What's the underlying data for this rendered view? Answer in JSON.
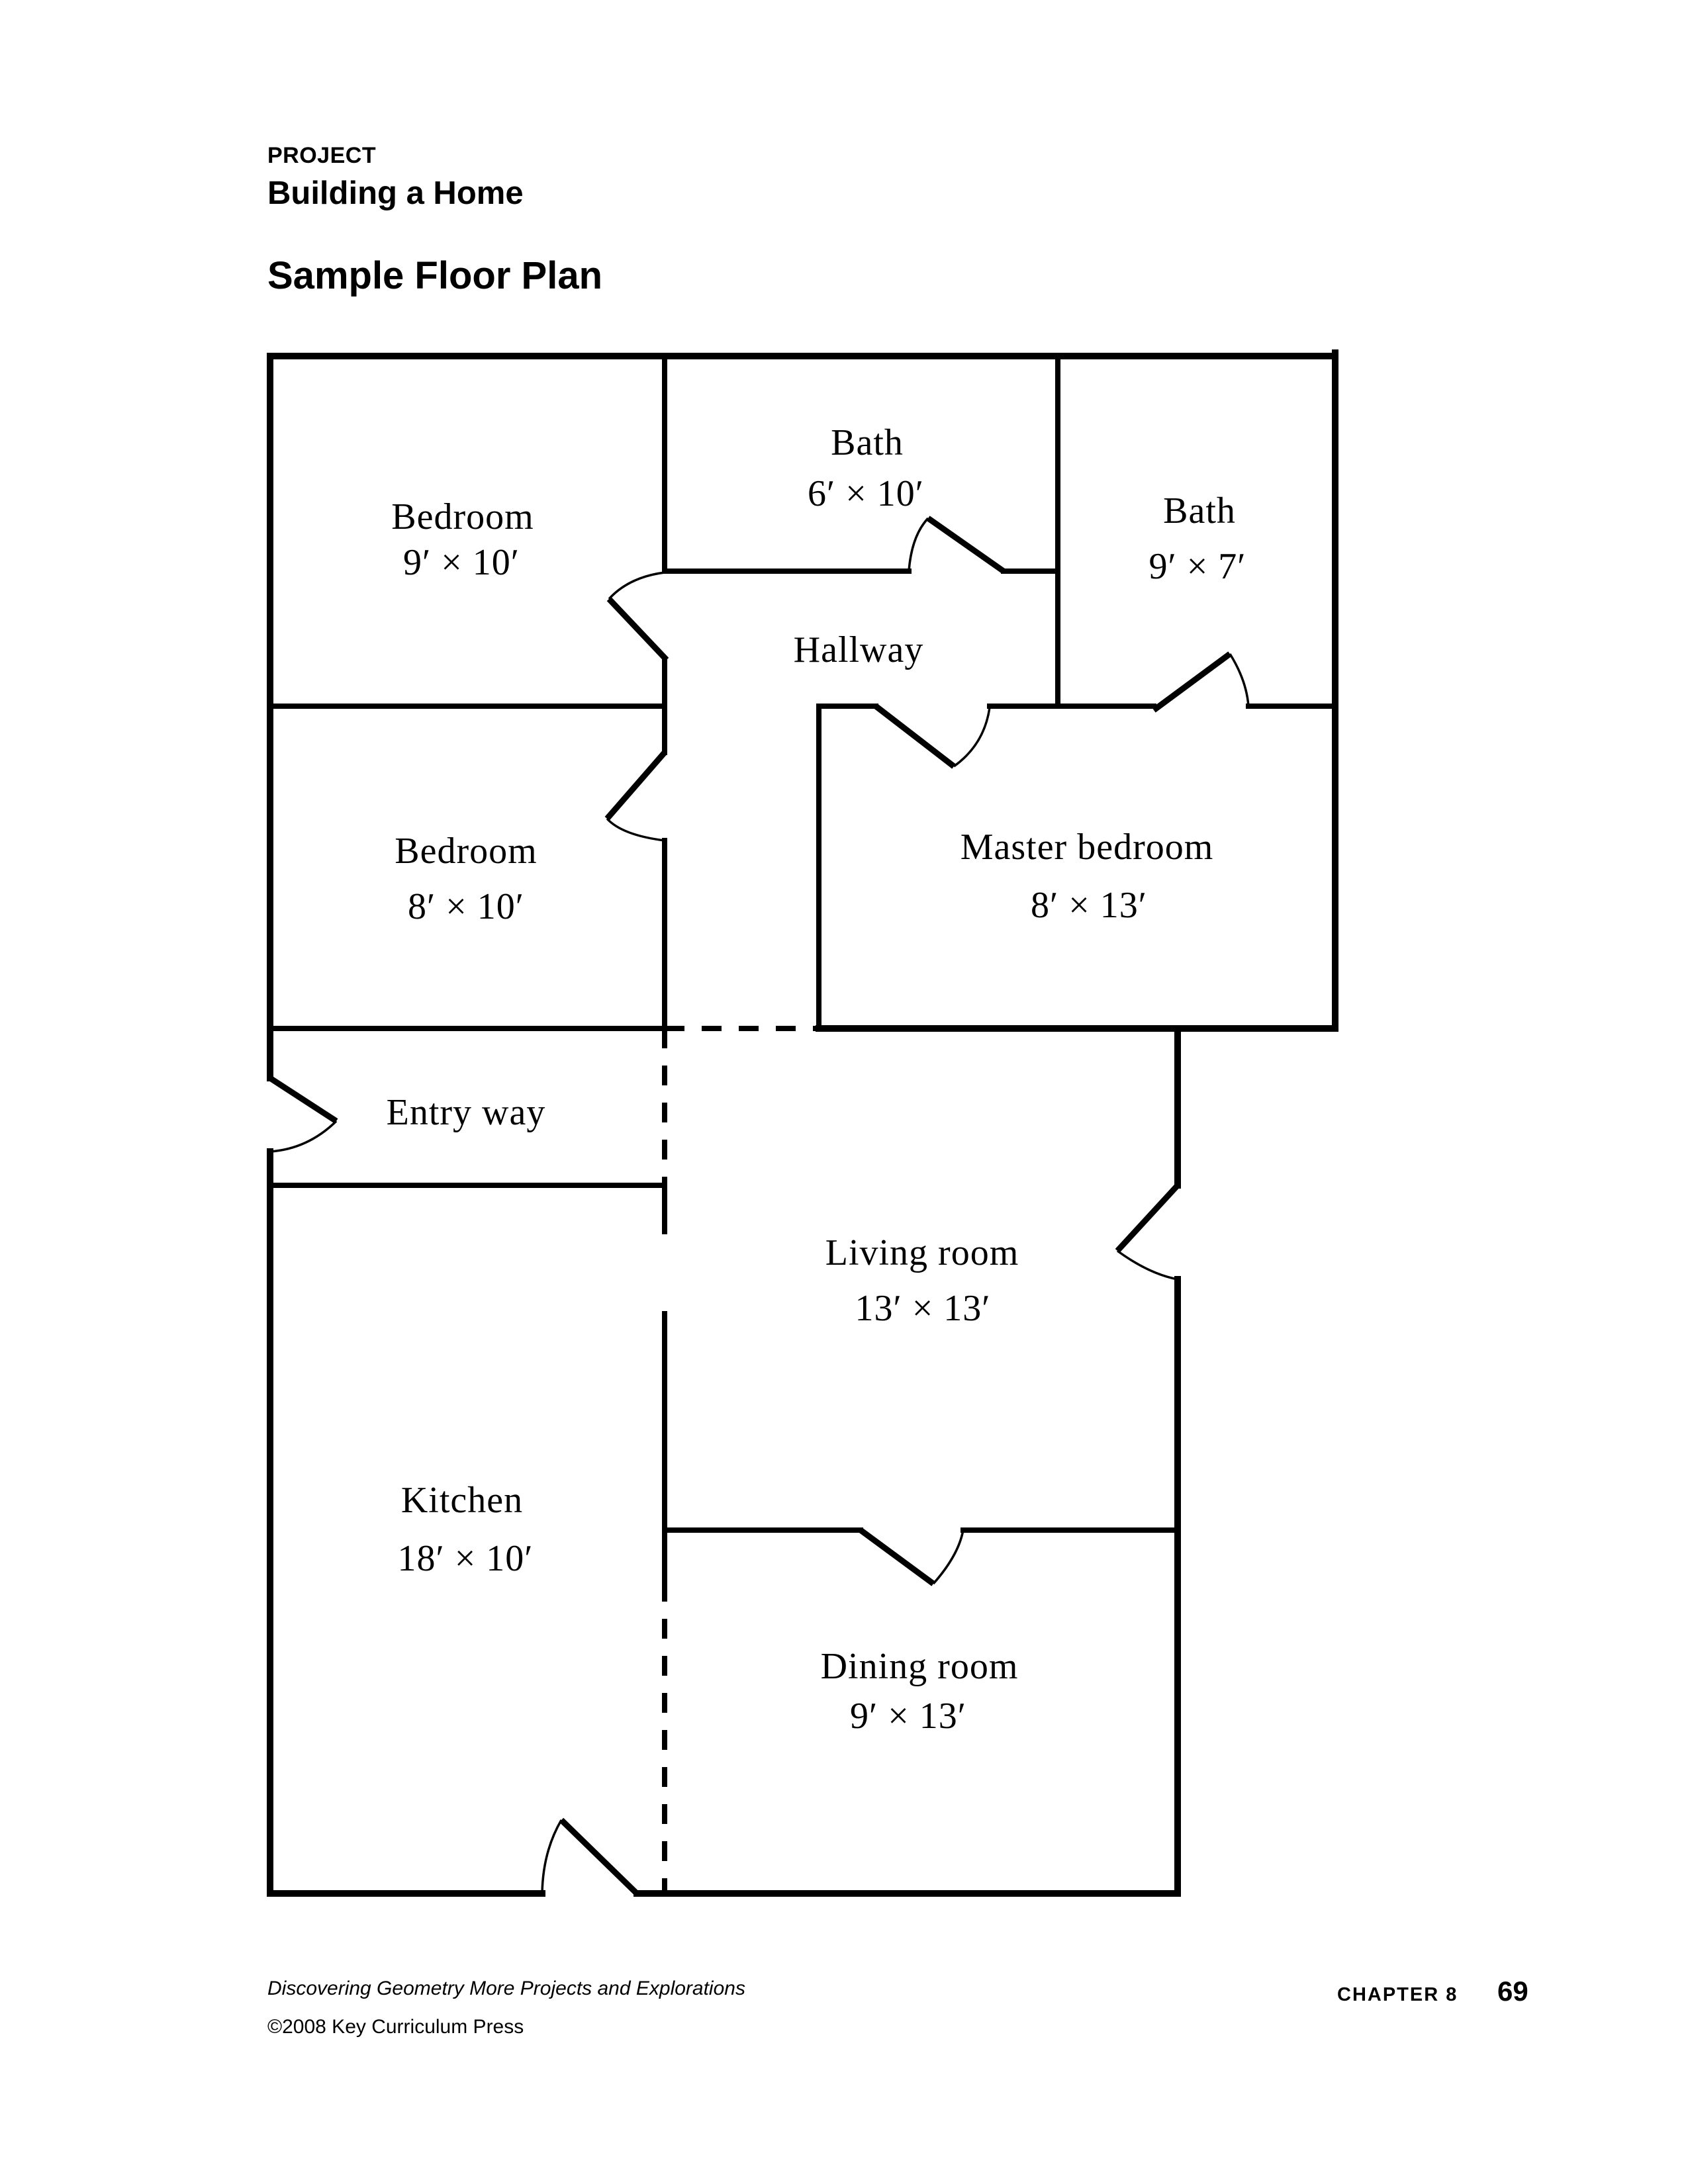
{
  "page": {
    "eyebrow": "PROJECT",
    "title": "Building a Home",
    "section_heading": "Sample Floor Plan"
  },
  "floor_plan": {
    "rooms": [
      {
        "name": "Bedroom",
        "dims": "9′ × 10′"
      },
      {
        "name": "Bath",
        "dims": "6′ × 10′"
      },
      {
        "name": "Bath",
        "dims": "9′ × 7′"
      },
      {
        "name": "Hallway",
        "dims": ""
      },
      {
        "name": "Bedroom",
        "dims": "8′ × 10′"
      },
      {
        "name": "Master bedroom",
        "dims": "8′ × 13′"
      },
      {
        "name": "Entry way",
        "dims": ""
      },
      {
        "name": "Living room",
        "dims": "13′ × 13′"
      },
      {
        "name": "Kitchen",
        "dims": "18′ × 10′"
      },
      {
        "name": "Dining room",
        "dims": "9′ × 13′"
      }
    ]
  },
  "footer": {
    "book_title": "Discovering Geometry More Projects and Explorations",
    "copyright": "©2008 Key Curriculum Press",
    "chapter_label": "CHAPTER 8",
    "page_number": "69"
  },
  "colors": {
    "ink": "#000000",
    "paper": "#ffffff"
  }
}
